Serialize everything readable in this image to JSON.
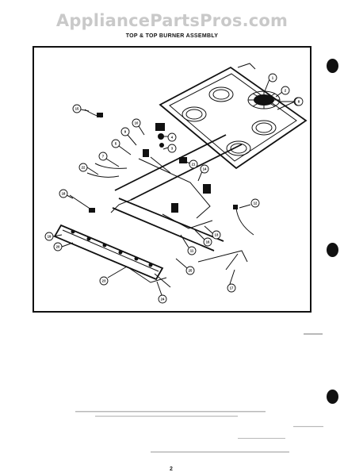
{
  "watermark": "AppliancePartsPros.com",
  "title": "TOP & TOP BURNER ASSEMBLY",
  "page_number": "2",
  "callouts": [
    {
      "id": "c1",
      "text": "1"
    },
    {
      "id": "c2",
      "text": "2"
    },
    {
      "id": "c3",
      "text": "3"
    },
    {
      "id": "c4",
      "text": "4"
    },
    {
      "id": "c5",
      "text": "5"
    },
    {
      "id": "c6",
      "text": "6"
    },
    {
      "id": "c7",
      "text": "7"
    },
    {
      "id": "c8",
      "text": "8"
    },
    {
      "id": "c9",
      "text": "9"
    },
    {
      "id": "c10",
      "text": "10"
    },
    {
      "id": "c11",
      "text": "11"
    },
    {
      "id": "c12",
      "text": "12"
    },
    {
      "id": "c13",
      "text": "13"
    },
    {
      "id": "c14",
      "text": "14"
    },
    {
      "id": "c15",
      "text": "15"
    },
    {
      "id": "c16",
      "text": "16"
    },
    {
      "id": "c17",
      "text": "17"
    },
    {
      "id": "c18",
      "text": "18"
    },
    {
      "id": "c19",
      "text": "19"
    },
    {
      "id": "c20",
      "text": "20"
    },
    {
      "id": "c21",
      "text": "21"
    },
    {
      "id": "c22",
      "text": "22"
    },
    {
      "id": "c23",
      "text": "23"
    },
    {
      "id": "c24",
      "text": "24"
    },
    {
      "id": "c25",
      "text": "25"
    }
  ]
}
